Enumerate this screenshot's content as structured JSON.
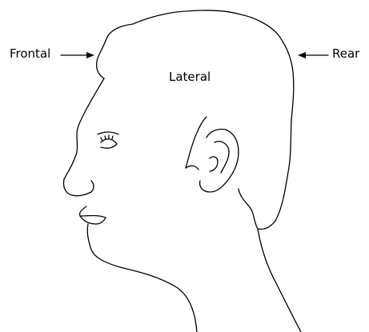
{
  "labels": {
    "frontal": "Frontal",
    "lateral": "Lateral",
    "rear": "Rear"
  },
  "colors": {
    "line": "#000000",
    "background": "#ffffff"
  }
}
